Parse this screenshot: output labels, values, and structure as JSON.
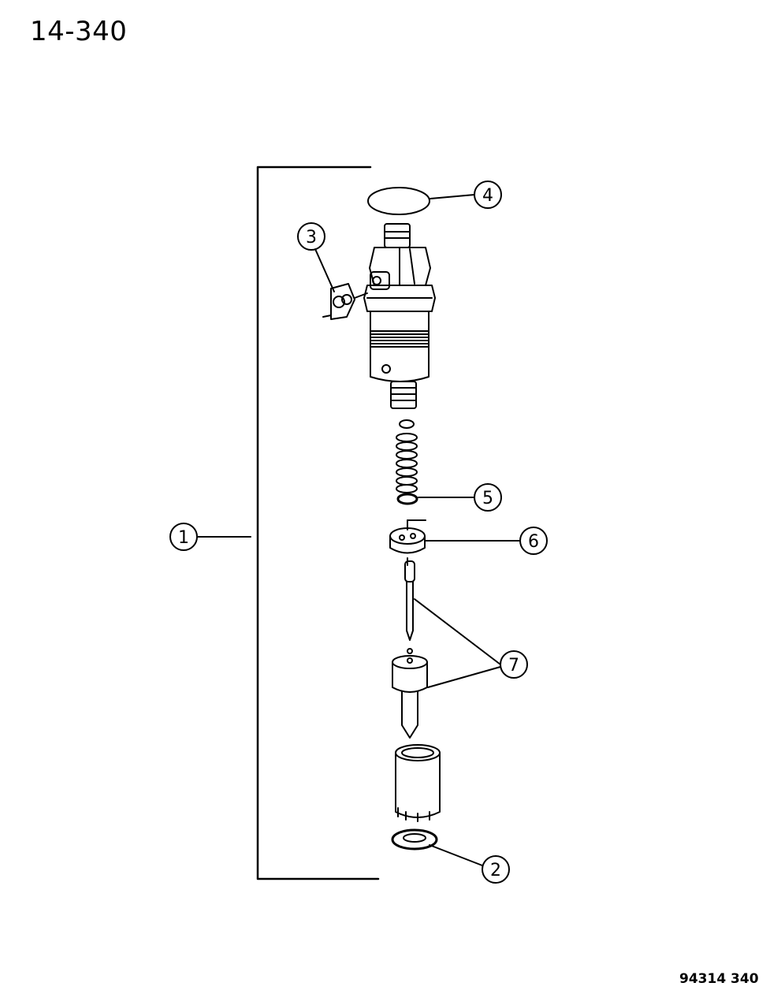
{
  "page_number": "14-340",
  "figure_code": "94314  340",
  "callouts": [
    {
      "id": "1",
      "label": "1"
    },
    {
      "id": "2",
      "label": "2"
    },
    {
      "id": "3",
      "label": "3"
    },
    {
      "id": "4",
      "label": "4"
    },
    {
      "id": "5",
      "label": "5"
    },
    {
      "id": "6",
      "label": "6"
    },
    {
      "id": "7",
      "label": "7"
    }
  ]
}
